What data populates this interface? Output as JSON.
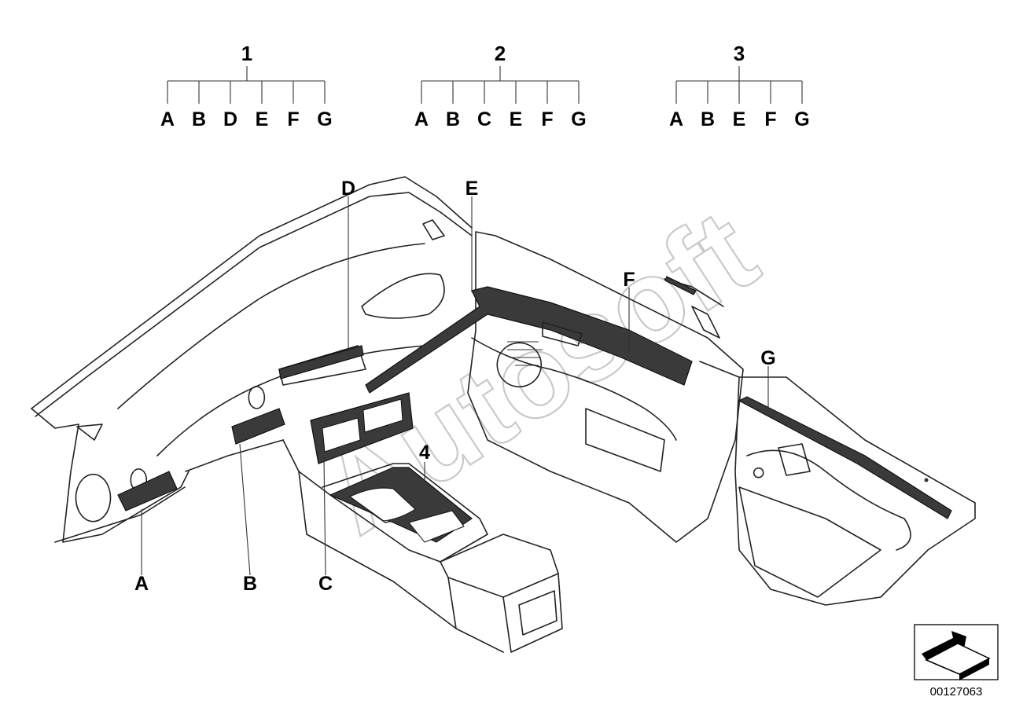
{
  "groups": [
    {
      "number": "1",
      "options": [
        "A",
        "B",
        "D",
        "E",
        "F",
        "G"
      ]
    },
    {
      "number": "2",
      "options": [
        "A",
        "B",
        "C",
        "E",
        "F",
        "G"
      ]
    },
    {
      "number": "3",
      "options": [
        "A",
        "B",
        "E",
        "F",
        "G"
      ]
    }
  ],
  "callouts": {
    "a": "A",
    "b": "B",
    "c": "C",
    "d": "D",
    "e": "E",
    "f": "F",
    "g": "G",
    "four": "4"
  },
  "watermark": "Autosoft",
  "reference_number": "00127063",
  "icon": "direction-arrow-icon"
}
